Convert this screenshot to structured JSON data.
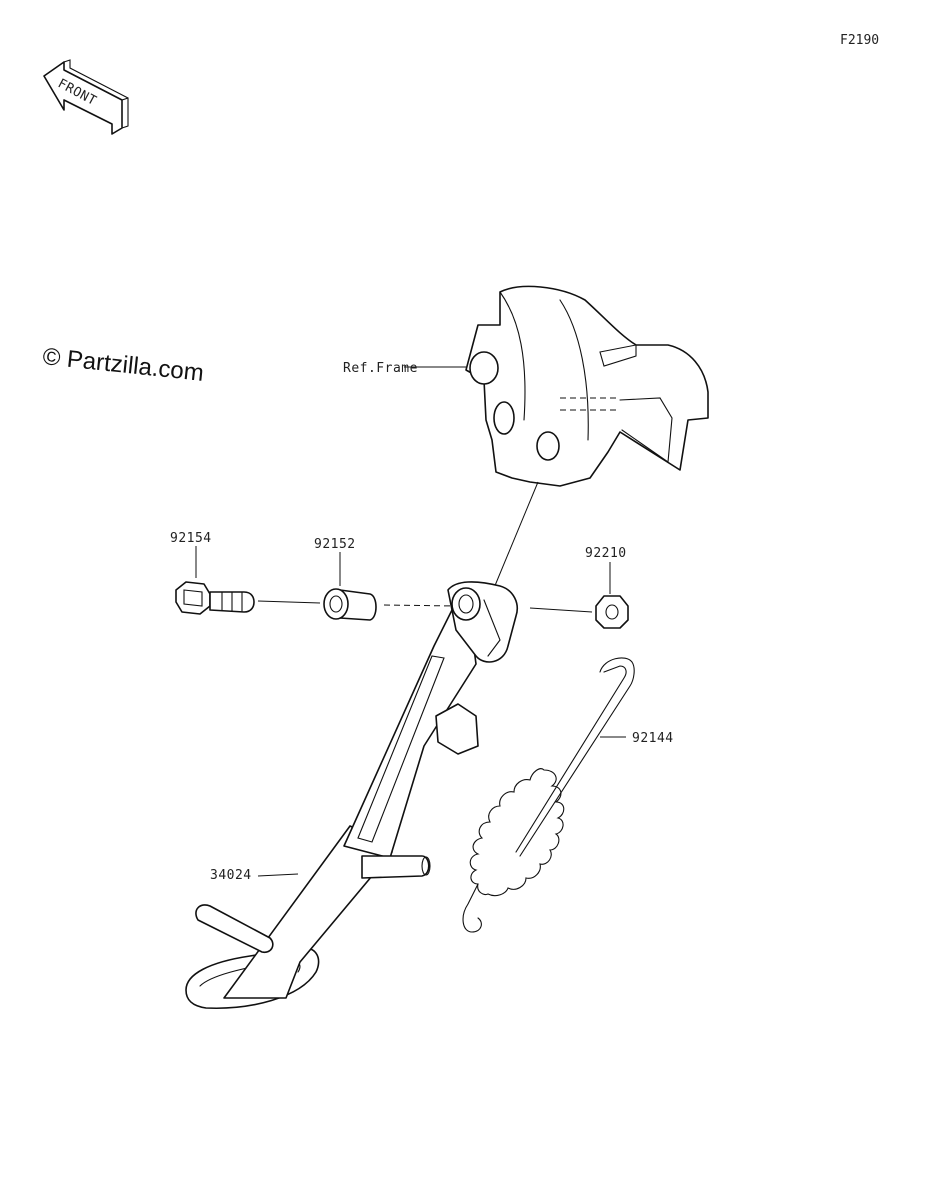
{
  "diagram_code": "F2190",
  "front_arrow": {
    "text": "FRONT",
    "icon": "front-arrow-icon"
  },
  "watermark": "© Partzilla.com",
  "labels": {
    "ref_frame": "Ref.Frame",
    "bolt": "92154",
    "collar": "92152",
    "nut": "92210",
    "spring": "92144",
    "side_stand": "34024"
  }
}
